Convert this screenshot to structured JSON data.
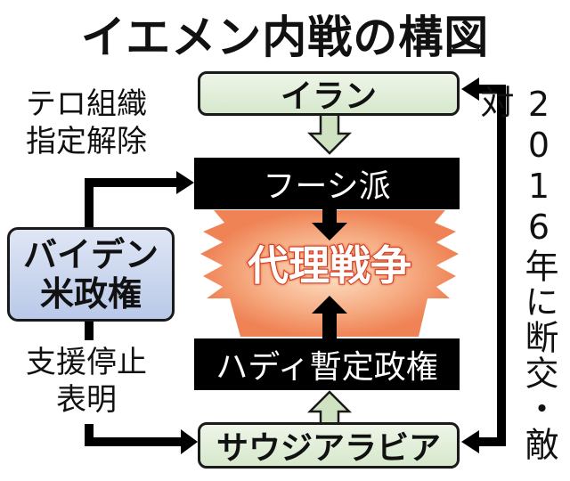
{
  "title": "イエメン内戦の構図",
  "iran": "イラン",
  "houthi": "フーシ派",
  "proxy_war": "代理戦争",
  "hadi": "ハディ暫定政権",
  "saudi": "サウジアラビア",
  "biden": {
    "line1": "バイデン",
    "line2": "米政権"
  },
  "delist": {
    "line1": "テロ組織",
    "line2": "指定解除"
  },
  "support_stop": {
    "line1": "支援停止",
    "line2": "表明"
  },
  "iran_saudi_relation": "2016年に断交・敵対",
  "colors": {
    "green_box": "#d6e8cc",
    "blue_box": "#b9c9e8",
    "burst": "#f08a5d",
    "war_outline": "#d43a1a"
  }
}
